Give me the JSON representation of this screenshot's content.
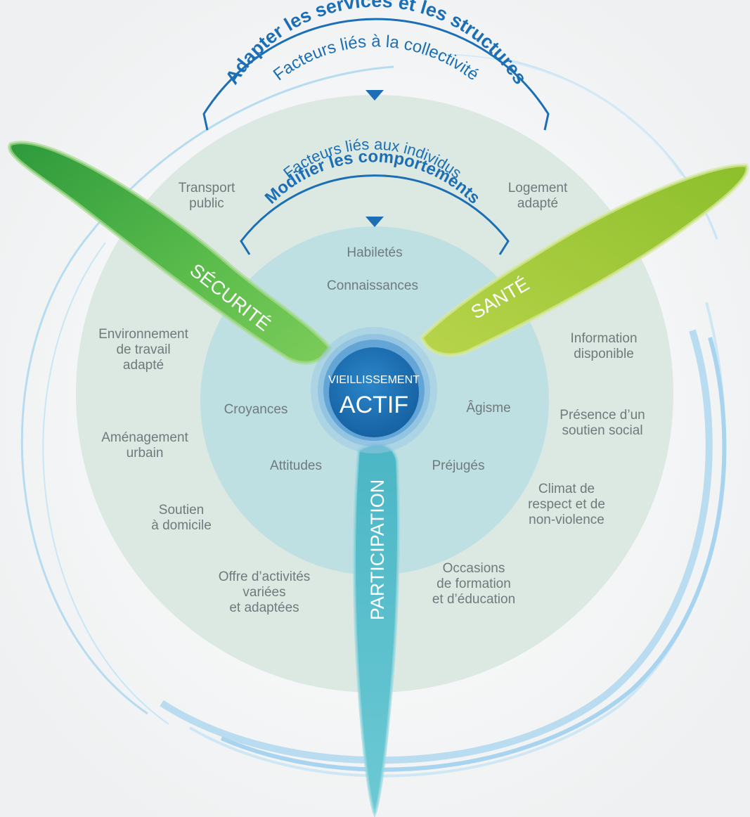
{
  "outer_ring": {
    "title": "Facteurs liés à la collectivité",
    "subtitle": "Adapter les services et les structures"
  },
  "inner_ring": {
    "title": "Facteurs liés aux individus",
    "subtitle": "Modifier les comportements"
  },
  "center": {
    "line1": "VIEILLISSEMENT",
    "line2": "ACTIF"
  },
  "blades": {
    "left": "SÉCURITÉ",
    "right": "SANTÉ",
    "bottom": "PARTICIPATION"
  },
  "inner_factors": {
    "habiletes": "Habiletés",
    "connaissances": "Connaissances",
    "croyances": "Croyances",
    "attitudes": "Attitudes",
    "agisme": "Âgisme",
    "prejuges": "Préjugés"
  },
  "outer_factors": {
    "transport": [
      "Transport",
      "public"
    ],
    "logement": [
      "Logement",
      "adapté"
    ],
    "environnement": [
      "Environnement",
      "de travail",
      "adapté"
    ],
    "amenagement": [
      "Aménagement",
      "urbain"
    ],
    "soutien_domicile": [
      "Soutien",
      "à domicile"
    ],
    "offre": [
      "Offre d’activités",
      "variées",
      "et adaptées"
    ],
    "information": [
      "Information",
      "disponible"
    ],
    "presence": [
      "Présence d’un",
      "soutien social"
    ],
    "climat": [
      "Climat de",
      "respect et de",
      "non-violence"
    ],
    "occasions": [
      "Occasions",
      "de formation",
      "et d’éducation"
    ]
  },
  "colors": {
    "outer_disk": "#dce8e2",
    "inner_disk": "#bfe0e2",
    "title_blue": "#1c6fb4",
    "left_blade": "#4cb848",
    "right_blade": "#a8c83a",
    "bottom_blade": "#56bfcc",
    "hub": "#1d74b9",
    "text_grey": "#6f7a7c"
  }
}
